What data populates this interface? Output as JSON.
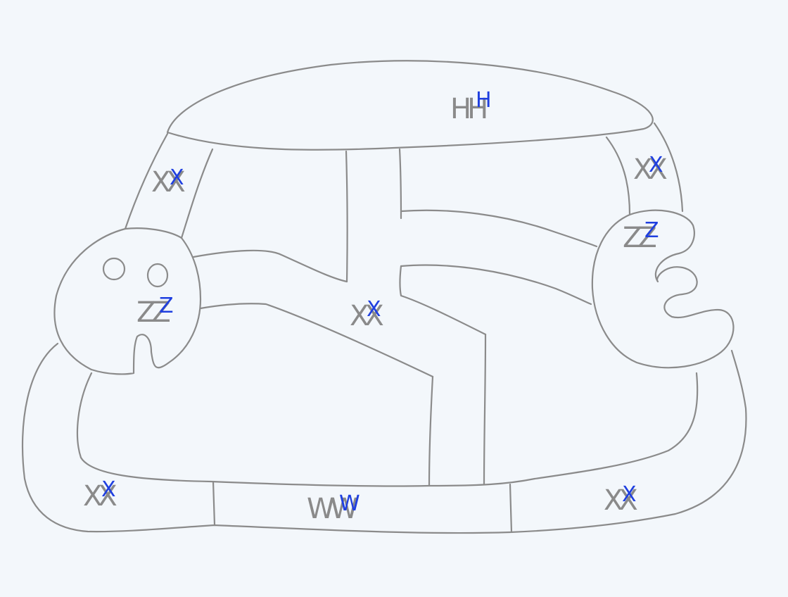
{
  "regions": [
    {
      "id": "top-lobe",
      "pencil": "HH",
      "ink": "H"
    },
    {
      "id": "upper-left-arm",
      "pencil": "XX",
      "ink": "X"
    },
    {
      "id": "upper-right-arm",
      "pencil": "XX",
      "ink": "X"
    },
    {
      "id": "left-blob",
      "pencil": "ZZ",
      "ink": "Z"
    },
    {
      "id": "right-blob",
      "pencil": "ZZ",
      "ink": "Z"
    },
    {
      "id": "center-junction",
      "pencil": "XX",
      "ink": "X"
    },
    {
      "id": "lower-left-channel",
      "pencil": "XX",
      "ink": "X"
    },
    {
      "id": "bottom-center-channel",
      "pencil": "WW",
      "ink": "W"
    },
    {
      "id": "lower-right-channel",
      "pencil": "XX",
      "ink": "X"
    }
  ],
  "colors": {
    "paper": "#f3f7fb",
    "pencil": "#8b8b8b",
    "ink": "#1f3fe0"
  }
}
